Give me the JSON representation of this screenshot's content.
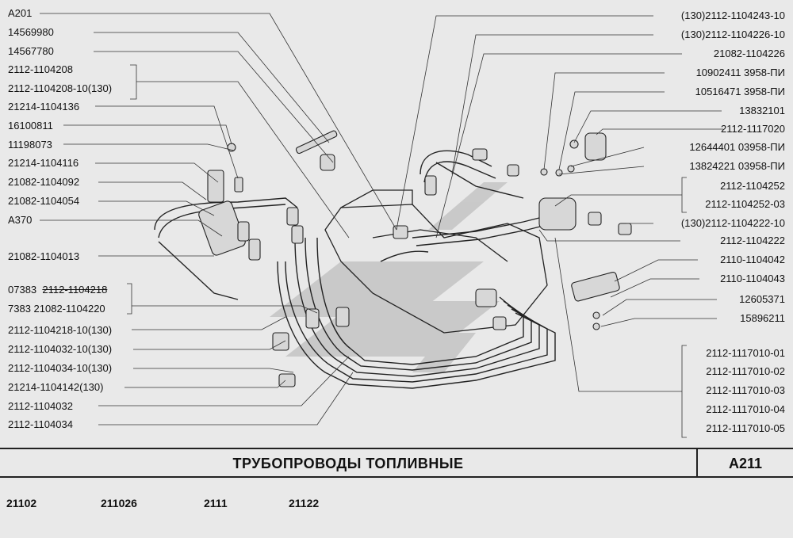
{
  "left_labels": [
    {
      "text": "А201"
    },
    {
      "text": "14569980"
    },
    {
      "text": "14567780"
    },
    {
      "text": "2112-1104208"
    },
    {
      "text": "2112-1104208-10(130)"
    },
    {
      "text": "21214-1104136"
    },
    {
      "text": "16100811"
    },
    {
      "text": "11198073"
    },
    {
      "text": "21214-1104116"
    },
    {
      "text": "21082-1104092"
    },
    {
      "text": "21082-1104054"
    },
    {
      "text": "А370"
    },
    {
      "text": "21082-1104013"
    },
    {
      "text": "07383",
      "struck": "2112-1104218"
    },
    {
      "text": "7383  21082-1104220"
    },
    {
      "text": "2112-1104218-10(130)"
    },
    {
      "text": "2112-1104032-10(130)"
    },
    {
      "text": "2112-1104034-10(130)"
    },
    {
      "text": "21214-1104142(130)"
    },
    {
      "text": "2112-1104032"
    },
    {
      "text": "2112-1104034"
    }
  ],
  "right_labels": [
    {
      "text": "(130)2112-1104243-10"
    },
    {
      "text": "(130)2112-1104226-10"
    },
    {
      "text": "21082-1104226"
    },
    {
      "text": "10902411 3958-ПИ"
    },
    {
      "text": "10516471 3958-ПИ"
    },
    {
      "text": "13832101"
    },
    {
      "text": "2112-1117020"
    },
    {
      "text": "12644401 03958-ПИ"
    },
    {
      "text": "13824221 03958-ПИ"
    },
    {
      "text": "2112-1104252"
    },
    {
      "text": "2112-1104252-03"
    },
    {
      "text": "(130)2112-1104222-10"
    },
    {
      "text": "2112-1104222"
    },
    {
      "text": "2110-1104042"
    },
    {
      "text": "2110-1104043"
    },
    {
      "text": "12605371"
    },
    {
      "text": "15896211"
    },
    {
      "text": "2112-1117010-01"
    },
    {
      "text": "2112-1117010-02"
    },
    {
      "text": "2112-1117010-03"
    },
    {
      "text": "2112-1117010-04"
    },
    {
      "text": "2112-1117010-05"
    }
  ],
  "title": "ТРУБОПРОВОДЫ    ТОПЛИВНЫЕ",
  "code": "А211",
  "models": [
    "21102",
    "211026",
    "2111",
    "21122"
  ],
  "colors": {
    "background": "#e9e9e9",
    "line": "#222222",
    "watermark": "#bdbdbd"
  }
}
